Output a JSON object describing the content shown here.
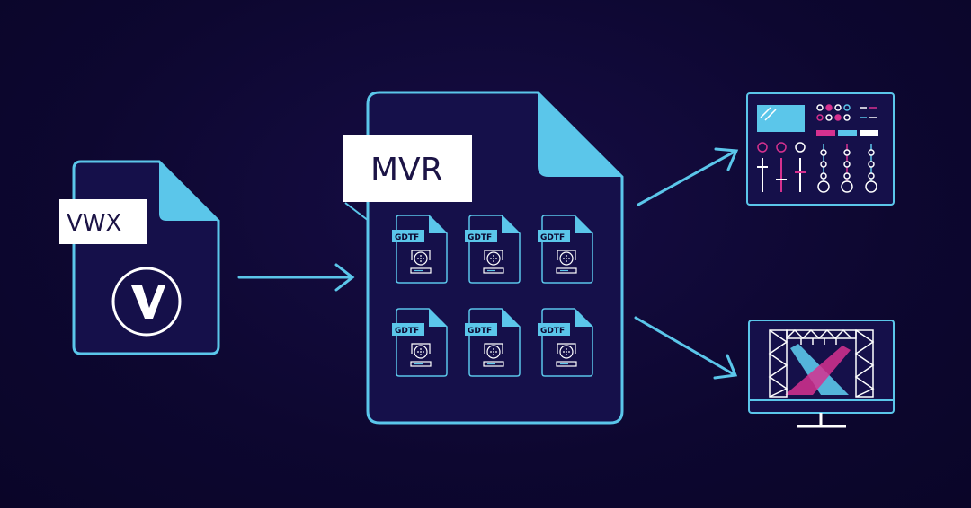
{
  "diagram": {
    "source_file": {
      "label": "VWX",
      "icon": "vectorworks-logo-icon"
    },
    "exchange_file": {
      "label": "MVR",
      "fixtures": [
        {
          "label": "GDTF",
          "icon": "moving-head-fixture-icon"
        },
        {
          "label": "GDTF",
          "icon": "moving-head-fixture-icon"
        },
        {
          "label": "GDTF",
          "icon": "moving-head-fixture-icon"
        },
        {
          "label": "GDTF",
          "icon": "moving-head-fixture-icon"
        },
        {
          "label": "GDTF",
          "icon": "moving-head-fixture-icon"
        },
        {
          "label": "GDTF",
          "icon": "moving-head-fixture-icon"
        }
      ]
    },
    "targets": [
      {
        "icon": "lighting-console-icon"
      },
      {
        "icon": "visualizer-monitor-icon"
      }
    ]
  },
  "colors": {
    "background": "#0d0730",
    "accent_blue": "#5bc6ea",
    "accent_magenta": "#d6318f",
    "label_white": "#ffffff",
    "panel_fill": "#15104a"
  }
}
